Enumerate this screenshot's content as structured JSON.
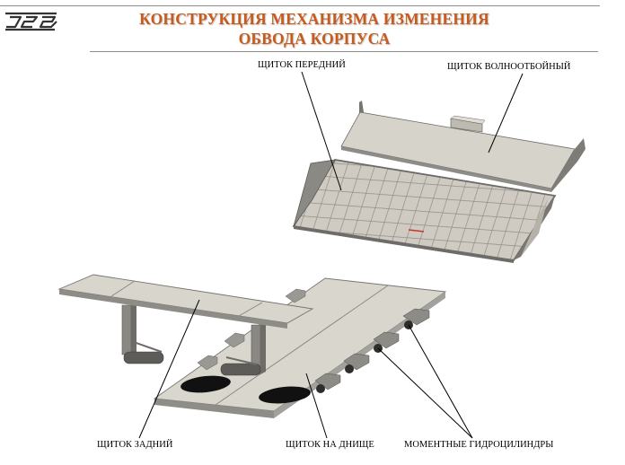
{
  "title": {
    "line1": "КОНСТРУКЦИЯ МЕХАНИЗМА ИЗМЕНЕНИЯ",
    "line2": "ОБВОДА КОРПУСА"
  },
  "labels": {
    "front_shield": "ЩИТОК ПЕРЕДНИЙ",
    "wave_shield": "ЩИТОК ВОЛНООТБОЙНЫЙ",
    "rear_shield": "ЩИТОК ЗАДНИЙ",
    "bottom_shield": "ЩИТОК НА ДНИЩЕ",
    "hydro_cylinders": "МОМЕНТНЫЕ ГИДРОЦИЛИНДРЫ"
  },
  "colors": {
    "title": "#c85a1c",
    "panel_top": "#d8d5cd",
    "panel_side": "#8e8c86",
    "frame": "#6e6c68",
    "hole": "#111111"
  }
}
